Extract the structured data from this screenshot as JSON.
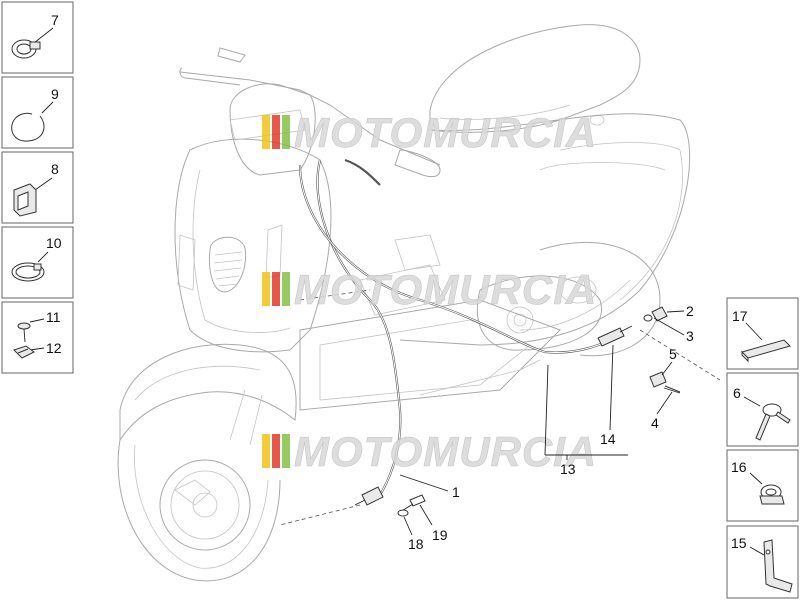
{
  "watermark": {
    "text": "MOTOMURCIA",
    "stripe_colors": [
      "#f2c418",
      "#e53c2b",
      "#86c04a"
    ]
  },
  "left_column": [
    {
      "number": "7",
      "part": "hose-clamp"
    },
    {
      "number": "9",
      "part": "spring-ring"
    },
    {
      "number": "8",
      "part": "cable-clip"
    },
    {
      "number": "10",
      "part": "band-clamp"
    },
    {
      "number": "11",
      "part": "screw"
    },
    {
      "number": "12",
      "part": "clip-nut"
    }
  ],
  "right_column": [
    {
      "number": "17",
      "part": "adhesive-pad"
    },
    {
      "number": "6",
      "part": "cable-tie"
    },
    {
      "number": "16",
      "part": "cable-clamp"
    },
    {
      "number": "15",
      "part": "bracket"
    }
  ],
  "callouts": {
    "c1": "1",
    "c2": "2",
    "c3": "3",
    "c4": "4",
    "c5": "5",
    "c13": "13",
    "c14": "14",
    "c18": "18",
    "c19": "19"
  }
}
